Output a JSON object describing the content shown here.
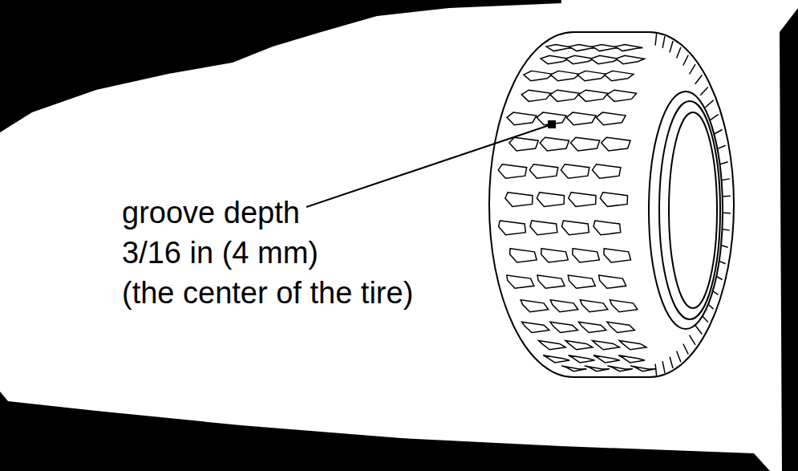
{
  "diagram": {
    "labels": [
      "groove depth",
      "3/16 in (4 mm)",
      "(the center of the tire)"
    ]
  }
}
